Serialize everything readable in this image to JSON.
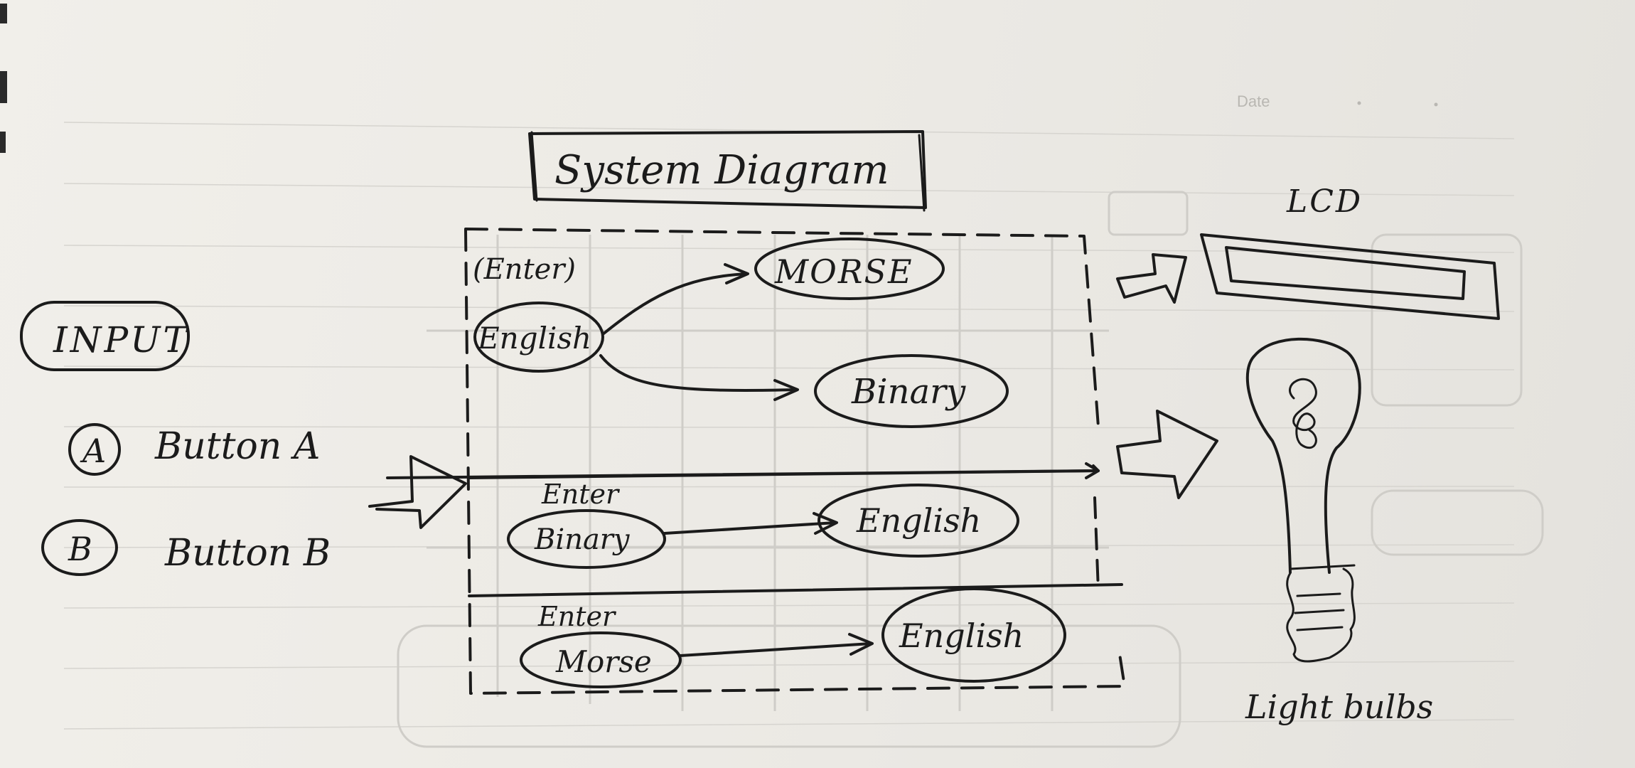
{
  "paper": {
    "date_label": "Date"
  },
  "diagram": {
    "title": "System Diagram",
    "input": {
      "heading": "INPUT",
      "buttons": [
        {
          "symbol": "A",
          "label": "Button A"
        },
        {
          "symbol": "B",
          "label": "Button B"
        }
      ]
    },
    "rows": [
      {
        "prefix": "(Enter)",
        "source": "English",
        "targets": [
          "MORSE",
          "Binary"
        ]
      },
      {
        "prefix": "Enter",
        "source": "Binary",
        "targets": [
          "English"
        ]
      },
      {
        "prefix": "Enter",
        "source": "Morse",
        "targets": [
          "English"
        ]
      }
    ],
    "outputs": {
      "display_label": "LCD",
      "lights_label": "Light bulbs"
    }
  }
}
